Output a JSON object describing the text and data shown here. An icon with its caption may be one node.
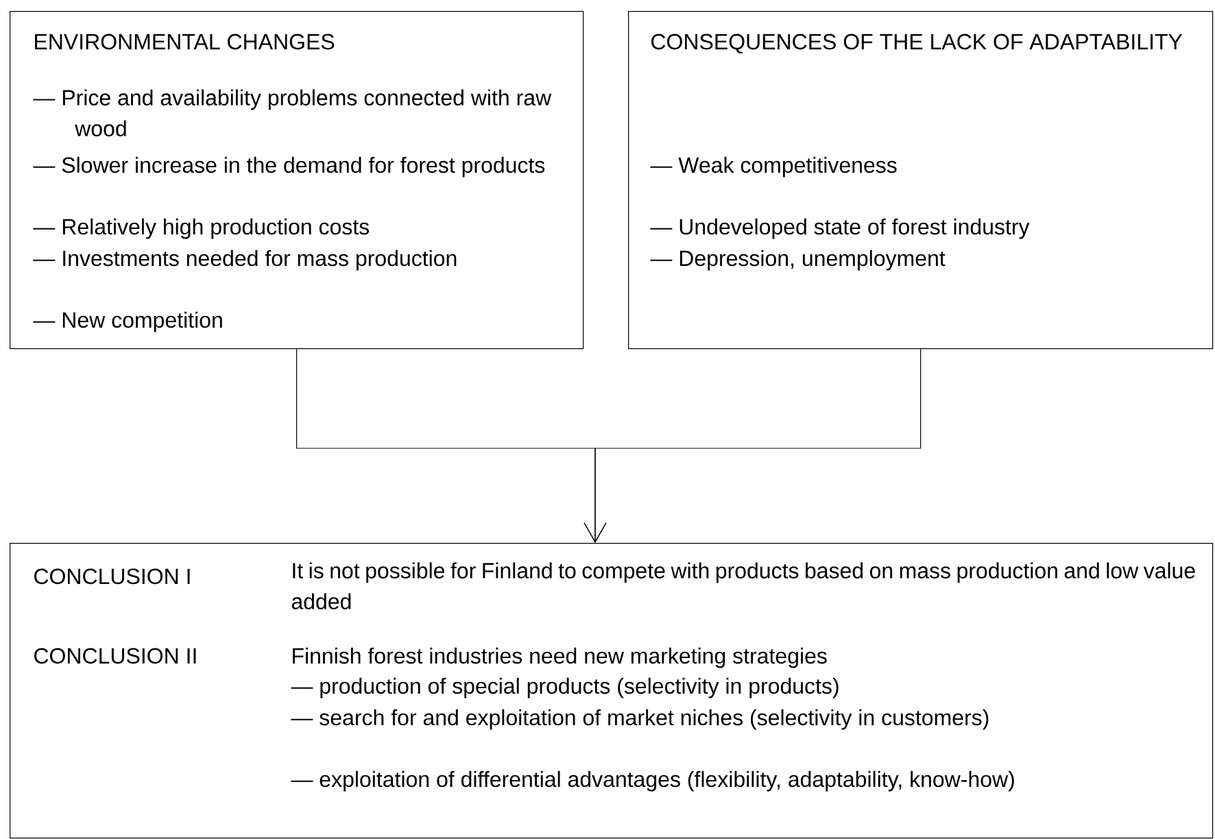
{
  "diagram": {
    "nodes": [
      {
        "text": [
          "ENVIRONMENTAL CHANGES",
          "— Price and availability problems connected with raw wood",
          "— Slower increase in the demand for forest products",
          "— Relatively high production costs",
          "— Investments needed for mass production",
          "— New competition"
        ]
      },
      {
        "text": [
          "CONSEQUENCES OF THE LACK OF ADAPTABILITY",
          "— Weak competitiveness",
          "— Undeveloped state of forest industry",
          "— Depression, unemployment"
        ]
      },
      {
        "text": [
          "CONCLUSION I",
          "It is not possible for Finland to compete with products based on mass production and low value added",
          "CONCLUSION II",
          "Finnish forest industries need new marketing strategies",
          "— production of special products (selectivity in products)",
          "— search for and exploitation of market niches (selectivity in customers)",
          "— exploitation of differential advantages (flexibility, adaptability, know-how)"
        ]
      }
    ],
    "edges": [
      {
        "from": 0,
        "to": 2,
        "arrow": "to"
      },
      {
        "from": 1,
        "to": 2,
        "arrow": "to"
      }
    ]
  }
}
